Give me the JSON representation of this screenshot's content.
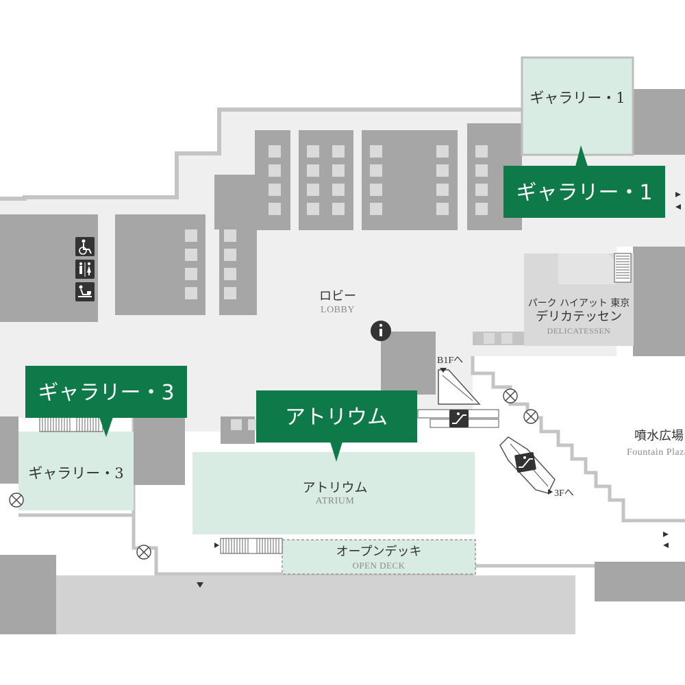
{
  "colors": {
    "background": "#ffffff",
    "floor": "#efefef",
    "wall": "#c4c4c4",
    "building_dark": "#a6a6a6",
    "building_light": "#d2d2d2",
    "gallery_fill": "#d9ece4",
    "banner_green": "#0f7a49",
    "window_square": "#dadada",
    "icon_dark": "#333333"
  },
  "banners": {
    "gallery1": "ギャラリー・1",
    "gallery3": "ギャラリー・3",
    "atrium": "アトリウム"
  },
  "rooms": {
    "gallery1_label": "ギャラリー・1",
    "gallery3_label": "ギャラリー・3",
    "lobby_jp": "ロビー",
    "lobby_en": "LOBBY",
    "deli_sub": "パーク ハイアット 東京",
    "deli_jp": "デリカテッセン",
    "deli_en": "DELICATESSEN",
    "atrium_jp": "アトリウム",
    "atrium_en": "ATRIUM",
    "deck_jp": "オープンデッキ",
    "deck_en": "OPEN DECK",
    "fountain_jp": "噴水広場",
    "fountain_en": "Fountain Plaza"
  },
  "directions": {
    "b1f": "B1Fへ",
    "f3": "3Fへ"
  },
  "icons": [
    "wheelchair-icon",
    "restroom-icon",
    "baby-changing-icon",
    "information-icon",
    "escalator-icon",
    "no-entry-icon",
    "stairs-icon"
  ]
}
